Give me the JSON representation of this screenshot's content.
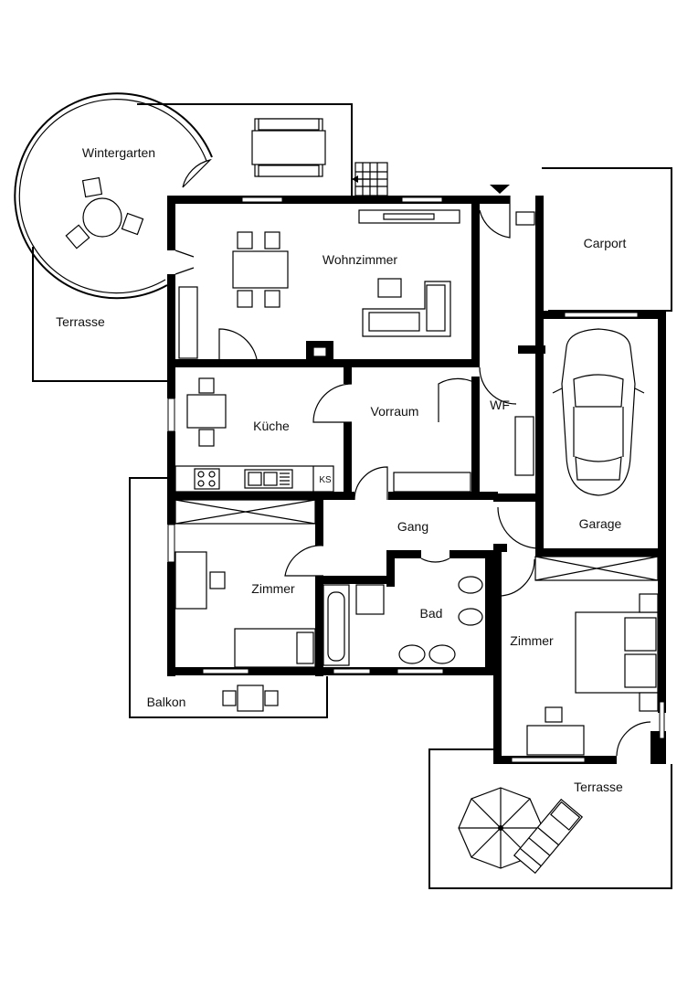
{
  "rooms": {
    "wintergarten": "Wintergarten",
    "terrasse_nw": "Terrasse",
    "wohnzimmer": "Wohnzimmer",
    "carport": "Carport",
    "kueche": "Küche",
    "vorraum": "Vorraum",
    "wf": "WF",
    "garage": "Garage",
    "gang": "Gang",
    "zimmer_west": "Zimmer",
    "bad": "Bad",
    "zimmer_east": "Zimmer",
    "balkon": "Balkon",
    "terrasse_se": "Terrasse"
  },
  "labels": {
    "ks": "KS"
  },
  "colors": {
    "wall": "#000000",
    "background": "#ffffff"
  }
}
